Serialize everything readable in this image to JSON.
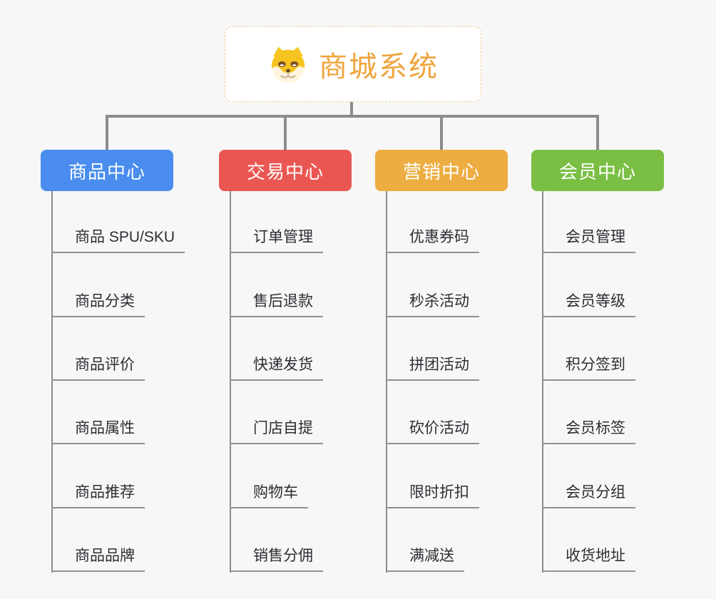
{
  "page": {
    "background": "#f7f7f7",
    "connector_color": "#8c8c8c"
  },
  "root": {
    "title": "商城系统",
    "icon": "shiba-dog-icon",
    "text_color": "#efa53d",
    "border_color": "#f0cd9c",
    "background": "#ffffff"
  },
  "branches": [
    {
      "label": "商品中心",
      "color": "#4a8dee",
      "children": [
        "商品 SPU/SKU",
        "商品分类",
        "商品评价",
        "商品属性",
        "商品推荐",
        "商品品牌"
      ]
    },
    {
      "label": "交易中心",
      "color": "#ea5752",
      "children": [
        "订单管理",
        "售后退款",
        "快递发货",
        "门店自提",
        "购物车",
        "销售分佣"
      ]
    },
    {
      "label": "营销中心",
      "color": "#edad41",
      "children": [
        "优惠券码",
        "秒杀活动",
        "拼团活动",
        "砍价活动",
        "限时折扣",
        "满减送"
      ]
    },
    {
      "label": "会员中心",
      "color": "#7abf43",
      "children": [
        "会员管理",
        "会员等级",
        "积分签到",
        "会员标签",
        "会员分组",
        "收货地址"
      ]
    }
  ]
}
